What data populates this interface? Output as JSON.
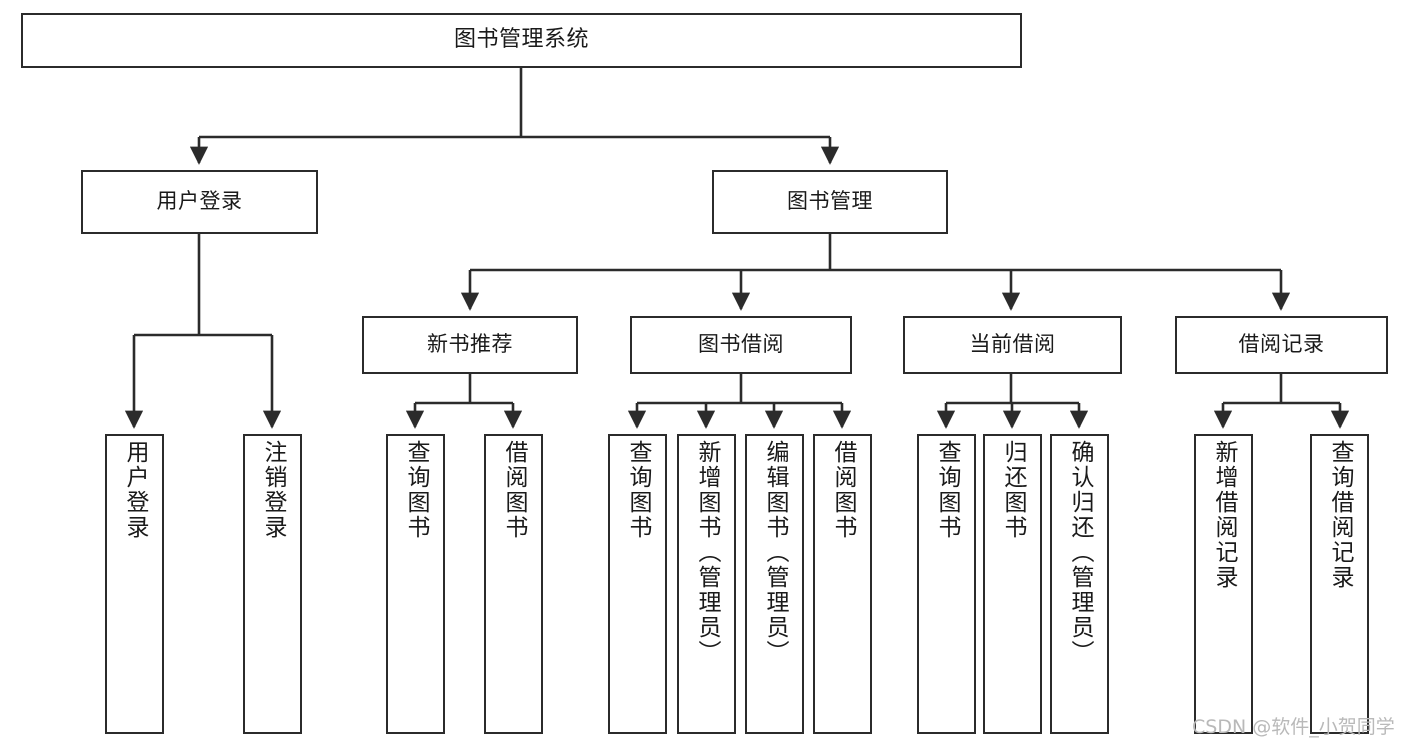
{
  "diagram": {
    "title": "图书管理系统",
    "watermark": "CSDN @软件_小贺同学",
    "line_color": "#2b2b2b",
    "box_fill": "#ffffff",
    "text_color": "#1a1a1a",
    "watermark_color": "#b9b9b9",
    "levels": {
      "level1": [
        "图书管理系统"
      ],
      "level2": [
        "用户登录",
        "图书管理"
      ],
      "level3": [
        "新书推荐",
        "图书借阅",
        "当前借阅",
        "借阅记录"
      ],
      "level4": [
        "用户登录",
        "注销登录",
        "查询图书",
        "借阅图书",
        "查询图书",
        "新增图书（管理员）",
        "编辑图书（管理员）",
        "借阅图书",
        "查询图书",
        "归还图书",
        "确认归还（管理员）",
        "新增借阅记录",
        "查询借阅记录"
      ]
    },
    "nodes": {
      "root": {
        "label": "图书管理系统"
      },
      "user_login": {
        "label": "用户登录"
      },
      "book_manage": {
        "label": "图书管理"
      },
      "new_book_rec": {
        "label": "新书推荐"
      },
      "book_borrow": {
        "label": "图书借阅"
      },
      "current_borrow": {
        "label": "当前借阅"
      },
      "borrow_record": {
        "label": "借阅记录"
      },
      "leaf_user_login": {
        "label": "用户登录"
      },
      "leaf_logout": {
        "label": "注销登录"
      },
      "leaf_query_book_1": {
        "label": "查询图书"
      },
      "leaf_borrow_book_1": {
        "label": "借阅图书"
      },
      "leaf_query_book_2": {
        "label": "查询图书"
      },
      "leaf_add_book_admin": {
        "label": "新增图书（管理员）"
      },
      "leaf_edit_book_admin": {
        "label": "编辑图书（管理员）"
      },
      "leaf_borrow_book_2": {
        "label": "借阅图书"
      },
      "leaf_query_book_3": {
        "label": "查询图书"
      },
      "leaf_return_book": {
        "label": "归还图书"
      },
      "leaf_confirm_return_admin": {
        "label": "确认归还（管理员）"
      },
      "leaf_add_record": {
        "label": "新增借阅记录"
      },
      "leaf_query_record": {
        "label": "查询借阅记录"
      }
    }
  }
}
